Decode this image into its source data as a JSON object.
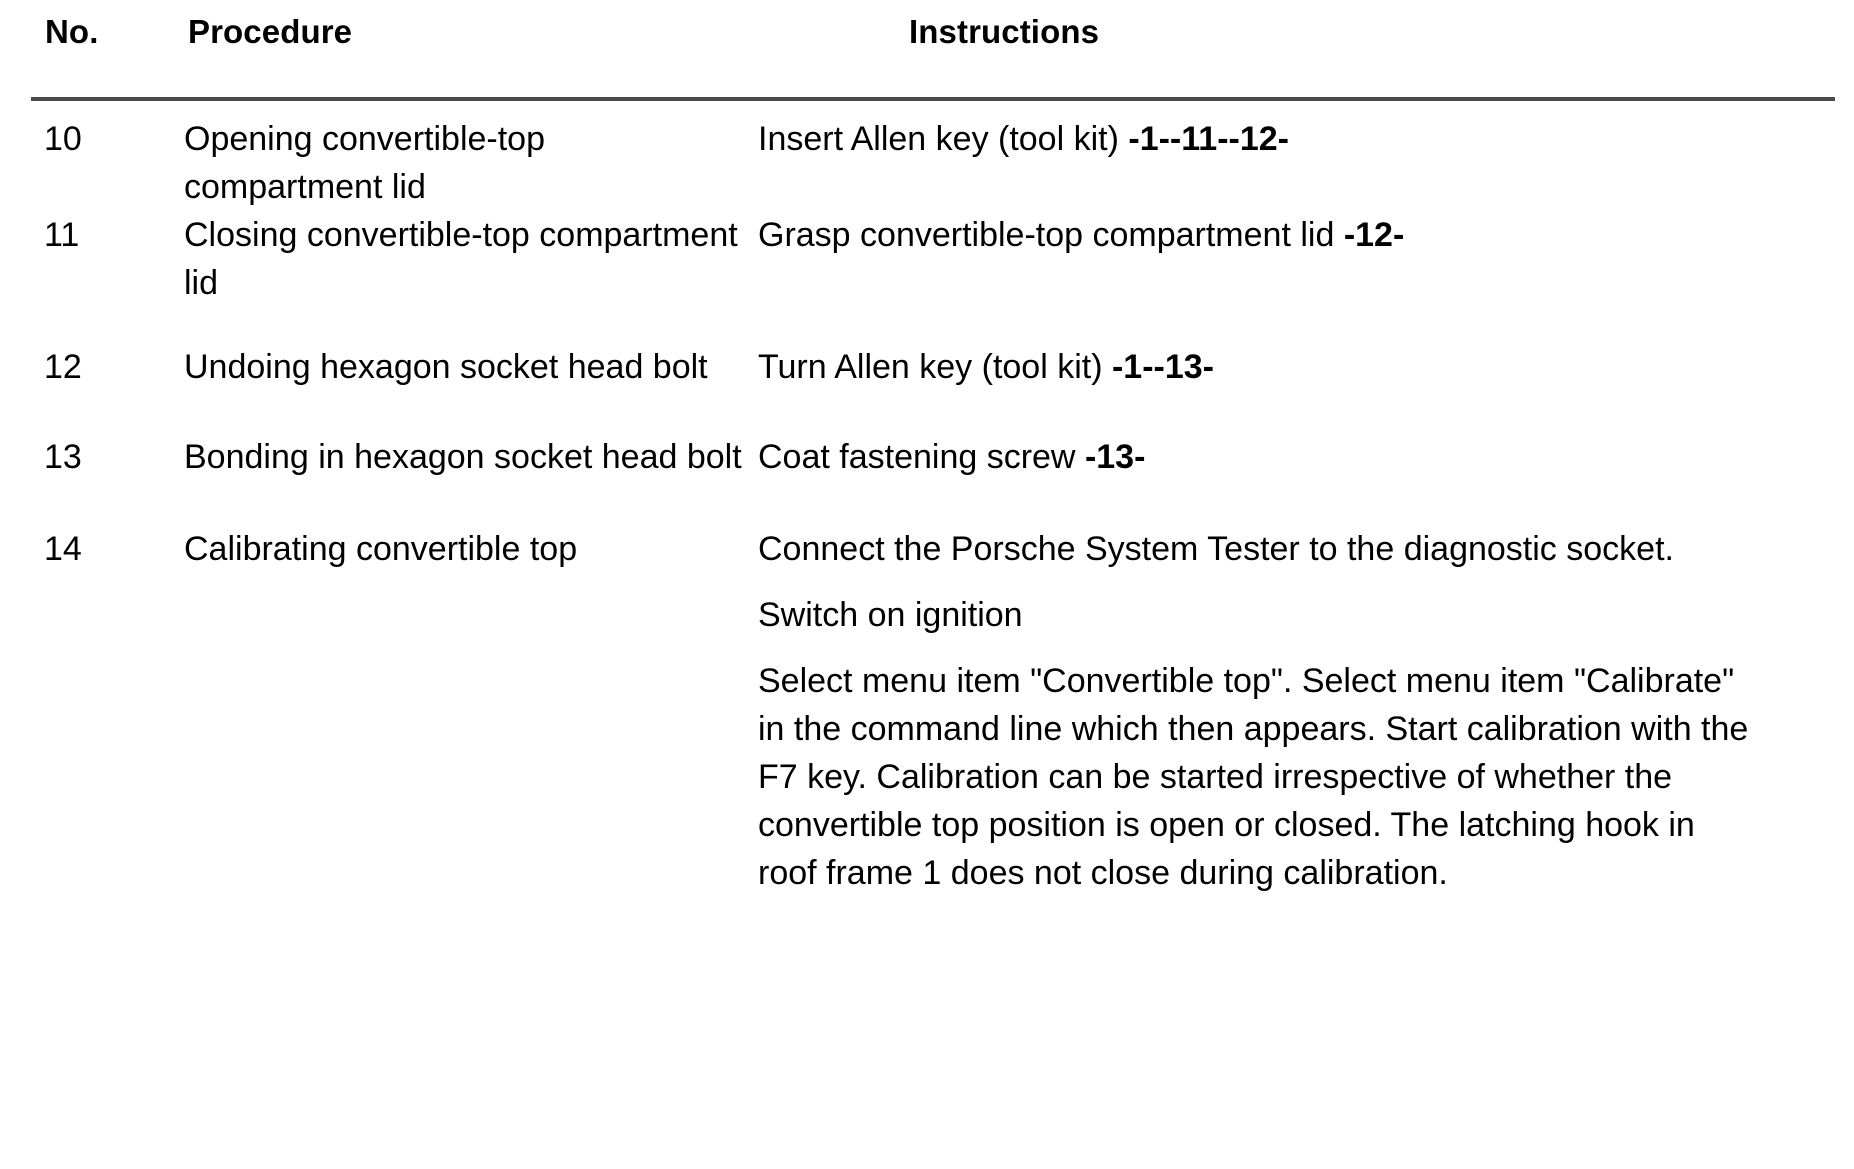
{
  "document": {
    "type": "procedure-table",
    "page_background": "#ffffff",
    "rule_color": "#4b4b4b"
  },
  "table": {
    "headers": {
      "no": "No.",
      "procedure": "Procedure",
      "instructions": "Instructions"
    },
    "rows": [
      {
        "no": "10",
        "procedure": "Opening convertible-top compartment lid",
        "instructions": [
          {
            "text": "Insert Allen key (tool kit) ",
            "bold_suffix": "-1--11--12-"
          }
        ]
      },
      {
        "no": "11",
        "procedure": "Closing convertible-top compartment lid",
        "instructions": [
          {
            "text": "Grasp convertible-top compartment lid ",
            "bold_suffix": "-12-"
          }
        ]
      },
      {
        "no": "12",
        "procedure": "Undoing hexagon socket head bolt",
        "instructions": [
          {
            "text": "Turn Allen key (tool kit) ",
            "bold_suffix": "-1--13-"
          }
        ]
      },
      {
        "no": "13",
        "procedure": "Bonding in hexagon socket head bolt",
        "instructions": [
          {
            "text": "Coat fastening screw ",
            "bold_suffix": "-13-"
          }
        ]
      },
      {
        "no": "14",
        "procedure": "Calibrating convertible top",
        "instructions": [
          {
            "text": "Connect the Porsche System Tester to the diagnostic socket.",
            "bold_suffix": ""
          },
          {
            "text": "Switch on ignition",
            "bold_suffix": ""
          },
          {
            "text": "Select menu item \"Convertible top\". Select menu item \"Calibrate\" in the command line which then appears. Start calibration with the F7 key. Calibration can be started irrespective of whether the convertible top position is open or closed. The latching hook in roof frame 1 does not close during calibration.",
            "bold_suffix": ""
          }
        ]
      }
    ]
  }
}
